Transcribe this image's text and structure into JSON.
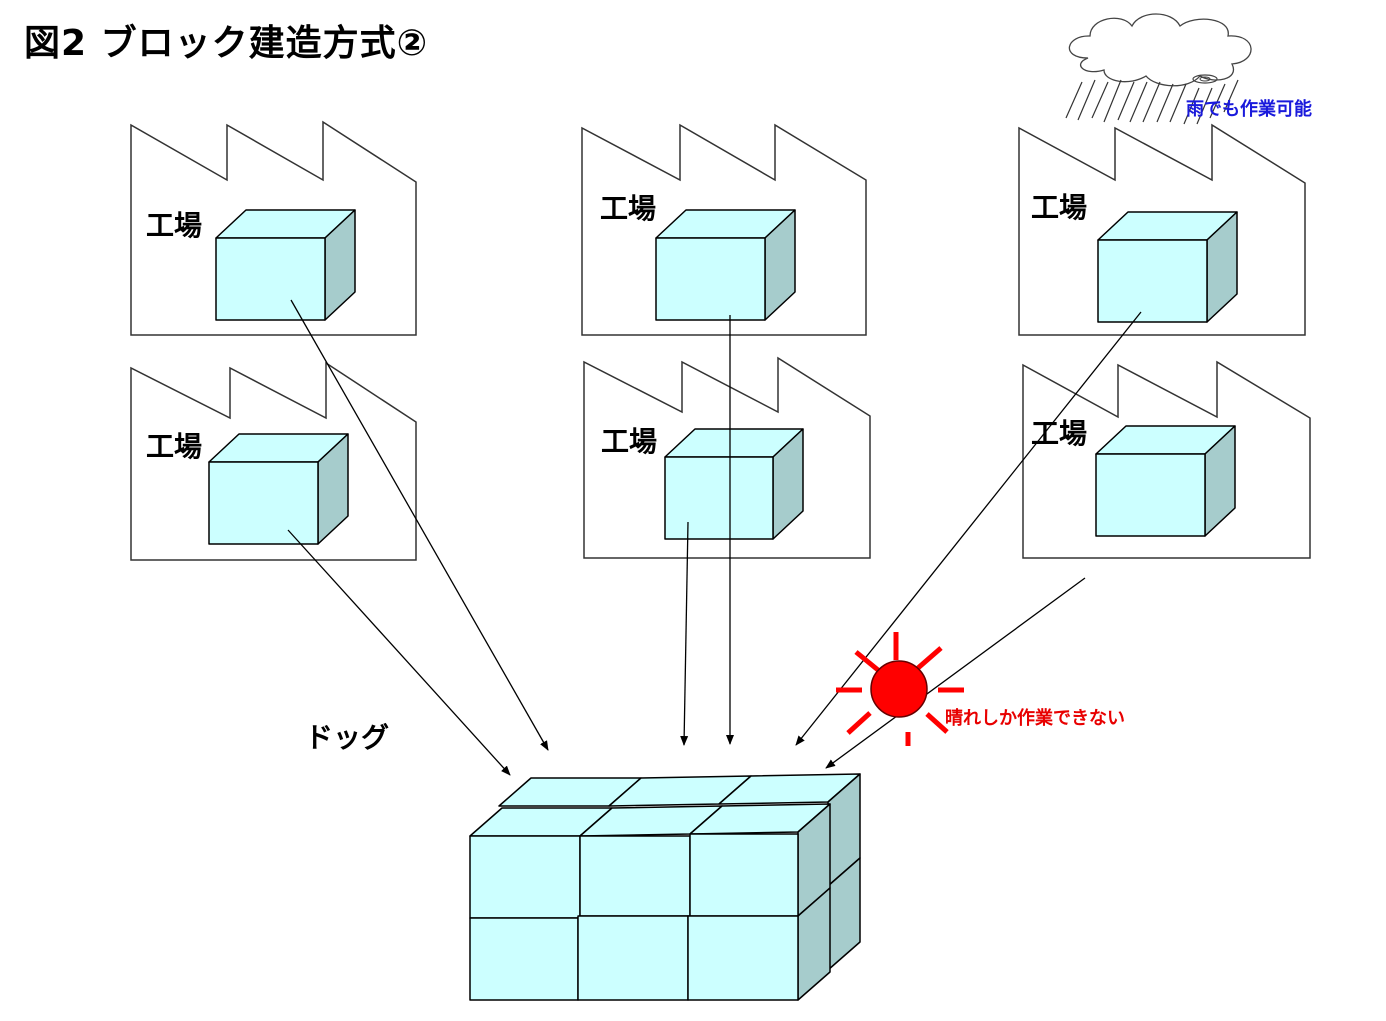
{
  "title": "図2 ブロック建造方式②",
  "factory_label": "工場",
  "dock_label": "ドッグ",
  "rain_note": "雨でも作業可能",
  "sun_note": "晴れしか作業できない",
  "colors": {
    "block_front": "#ccffff",
    "block_top": "#ccffff",
    "block_side": "#a6cccc",
    "sun": "#ff0000",
    "rain_text": "#1a1adc",
    "sun_text": "#e80000"
  },
  "icons": [
    "factory-icon",
    "cloud-icon",
    "rain-icon",
    "sun-icon",
    "arrow-icon"
  ]
}
